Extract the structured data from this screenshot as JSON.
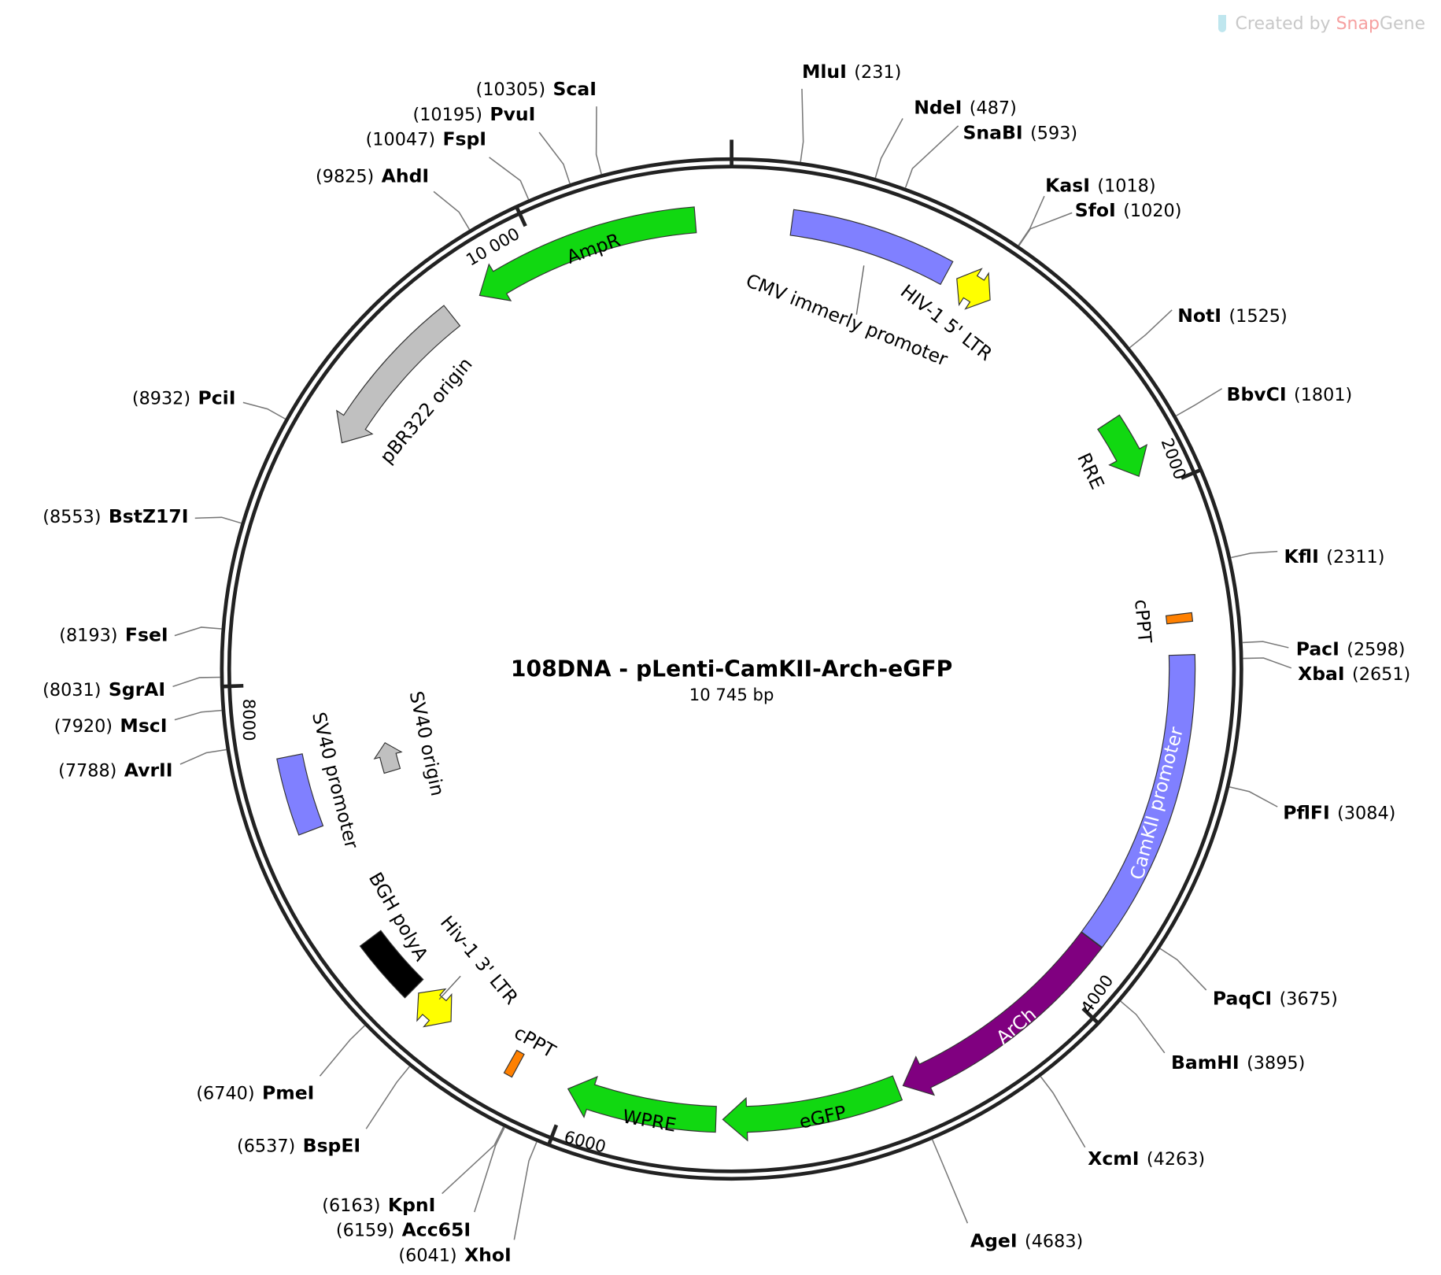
{
  "watermark": {
    "prefix": "Created by",
    "brand_a": "Snap",
    "brand_b": "Gene"
  },
  "map": {
    "title": "108DNA - pLenti-CamKII-Arch-eGFP",
    "length_label": "10 745 bp",
    "length_bp": 10745
  },
  "ticks": [
    {
      "bp": 0,
      "label": ""
    },
    {
      "bp": 2000,
      "label": "2000"
    },
    {
      "bp": 4000,
      "label": "4000"
    },
    {
      "bp": 6000,
      "label": "6000"
    },
    {
      "bp": 8000,
      "label": "8000"
    },
    {
      "bp": 10000,
      "label": "10 000"
    }
  ],
  "enzymes": [
    {
      "name": "MluI",
      "pos": 231
    },
    {
      "name": "NdeI",
      "pos": 487
    },
    {
      "name": "SnaBI",
      "pos": 593
    },
    {
      "name": "KasI",
      "pos": 1018
    },
    {
      "name": "SfoI",
      "pos": 1020
    },
    {
      "name": "NotI",
      "pos": 1525
    },
    {
      "name": "BbvCI",
      "pos": 1801
    },
    {
      "name": "KflI",
      "pos": 2311
    },
    {
      "name": "PacI",
      "pos": 2598
    },
    {
      "name": "XbaI",
      "pos": 2651
    },
    {
      "name": "PflFI",
      "pos": 3084
    },
    {
      "name": "PaqCI",
      "pos": 3675
    },
    {
      "name": "BamHI",
      "pos": 3895
    },
    {
      "name": "XcmI",
      "pos": 4263
    },
    {
      "name": "AgeI",
      "pos": 4683
    },
    {
      "name": "XhoI",
      "pos": 6041
    },
    {
      "name": "Acc65I",
      "pos": 6159
    },
    {
      "name": "KpnI",
      "pos": 6163
    },
    {
      "name": "BspEI",
      "pos": 6537
    },
    {
      "name": "PmeI",
      "pos": 6740
    },
    {
      "name": "AvrII",
      "pos": 7788
    },
    {
      "name": "MscI",
      "pos": 7920
    },
    {
      "name": "SgrAI",
      "pos": 8031
    },
    {
      "name": "FseI",
      "pos": 8193
    },
    {
      "name": "BstZ17I",
      "pos": 8553
    },
    {
      "name": "PciI",
      "pos": 8932
    },
    {
      "name": "AhdI",
      "pos": 9825
    },
    {
      "name": "FspI",
      "pos": 10047
    },
    {
      "name": "PvuI",
      "pos": 10195
    },
    {
      "name": "ScaI",
      "pos": 10305
    }
  ],
  "features": [
    {
      "label": "CMV immerly promoter",
      "start": 230,
      "end": 851,
      "type": "box",
      "color": "#8080ff"
    },
    {
      "label": "HIV-1 5' LTR",
      "start": 895,
      "end": 1045,
      "type": "double",
      "color": "#ffff00"
    },
    {
      "label": "RRE",
      "start": 1695,
      "end": 1931,
      "type": "cw",
      "color": "#11d811"
    },
    {
      "label": "cPPT",
      "start": 2478,
      "end": 2510,
      "type": "box",
      "color": "#ff8000"
    },
    {
      "label": "CamKII promoter",
      "start": 2633,
      "end": 3788,
      "type": "box",
      "color": "#8080ff"
    },
    {
      "label": "ArCh",
      "start": 3790,
      "end": 4705,
      "type": "cw",
      "color": "#800080"
    },
    {
      "label": "eGFP",
      "start": 4728,
      "end": 5406,
      "type": "cw",
      "color": "#11d811"
    },
    {
      "label": "WPRE",
      "start": 5432,
      "end": 6008,
      "type": "cw",
      "color": "#11d811"
    },
    {
      "label": "cPPT",
      "start": 6217,
      "end": 6250,
      "type": "box",
      "color": "#ff8000"
    },
    {
      "label": "Hiv-1 3' LTR",
      "start": 6522,
      "end": 6686,
      "type": "double",
      "color": "#ffff00"
    },
    {
      "label": "BGH polyA",
      "start": 6710,
      "end": 6963,
      "type": "box",
      "color": "#000000"
    },
    {
      "label": "SV40 promoter",
      "start": 7432,
      "end": 7725,
      "type": "box",
      "color": "#8080ff"
    },
    {
      "label": "SV40 origin",
      "start": 7560,
      "end": 7700,
      "type": "cw",
      "color": "#c0c0c0",
      "inner": true
    },
    {
      "label": "pBR322 origin",
      "start": 8958,
      "end": 9600,
      "type": "ccw",
      "color": "#c0c0c0"
    },
    {
      "label": "AmpR",
      "start": 9730,
      "end": 10607,
      "type": "ccw",
      "color": "#11d811"
    }
  ]
}
